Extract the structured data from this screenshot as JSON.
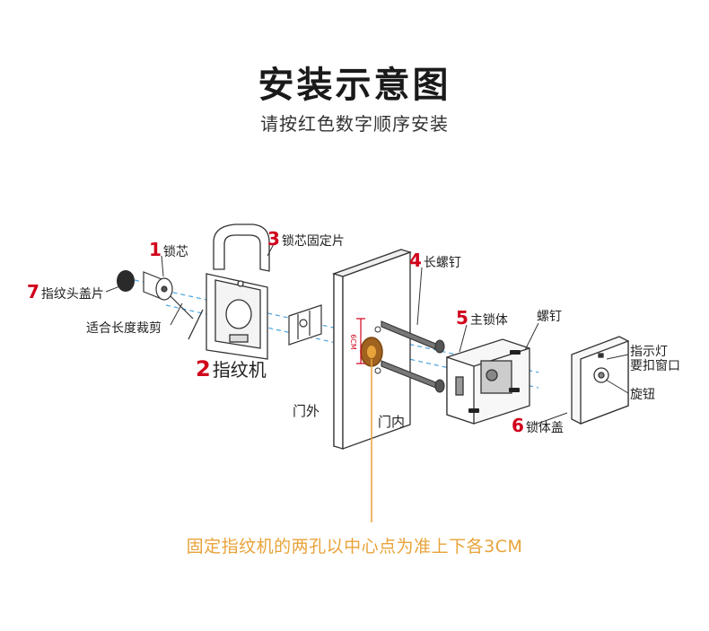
{
  "title": "安装示意图",
  "subtitle": "请按红色数字顺序安装",
  "parts": {
    "p1": {
      "num": "1",
      "label": "锁芯"
    },
    "p2": {
      "num": "2",
      "label": "指纹机"
    },
    "p3": {
      "num": "3",
      "label": "锁芯固定片"
    },
    "p4": {
      "num": "4",
      "label": "长螺钉"
    },
    "p5": {
      "num": "5",
      "label": "主锁体"
    },
    "p6": {
      "num": "6",
      "label": "锁体盖"
    },
    "p7": {
      "num": "7",
      "label": "指纹头盖片"
    }
  },
  "labels": {
    "trim": "适合长度裁剪",
    "screw": "螺钉",
    "indicator_line1": "指示灯",
    "indicator_line2": "要扣窗口",
    "knob": "旋钮",
    "door_outside": "门外",
    "door_inside": "门内",
    "dimension": "6CM"
  },
  "note": "固定指纹机的两孔以中心点为准上下各3CM",
  "colors": {
    "accent_red": "#d0021b",
    "note_orange": "#e8a33a",
    "leader_blue": "#4aa3df"
  }
}
